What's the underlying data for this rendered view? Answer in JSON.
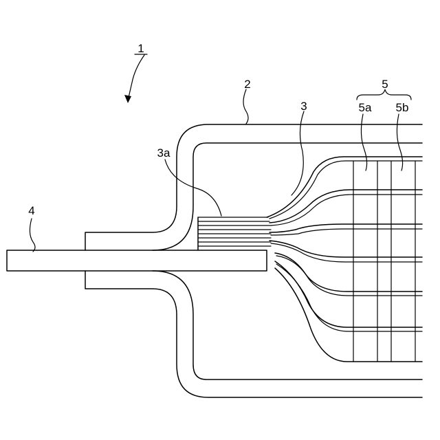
{
  "figure": {
    "labels": {
      "assembly": "1",
      "case": "2",
      "tab_bundle": "3",
      "tab_joint": "3a",
      "lead": "4",
      "electrode_body": "5",
      "electrode_a": "5a",
      "electrode_b": "5b"
    }
  }
}
